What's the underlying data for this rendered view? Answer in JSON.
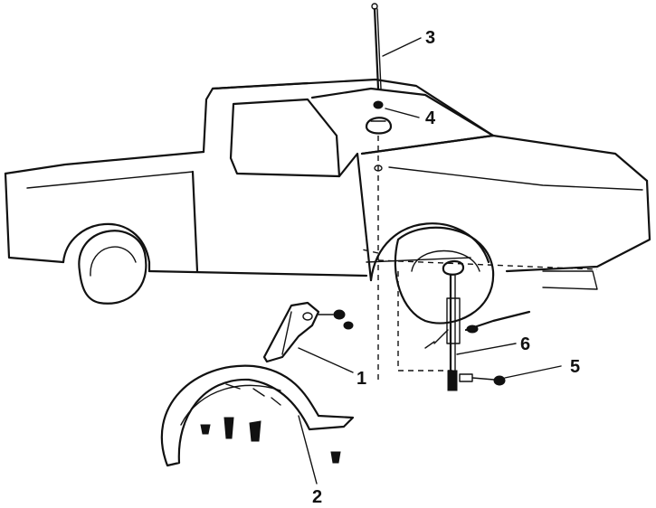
{
  "diagram": {
    "callouts": [
      {
        "id": "1",
        "label": "1"
      },
      {
        "id": "2",
        "label": "2"
      },
      {
        "id": "3",
        "label": "3"
      },
      {
        "id": "4",
        "label": "4"
      },
      {
        "id": "5",
        "label": "5"
      },
      {
        "id": "6",
        "label": "6"
      }
    ]
  },
  "colors": {
    "ink": "#111111",
    "paper": "#ffffff"
  }
}
